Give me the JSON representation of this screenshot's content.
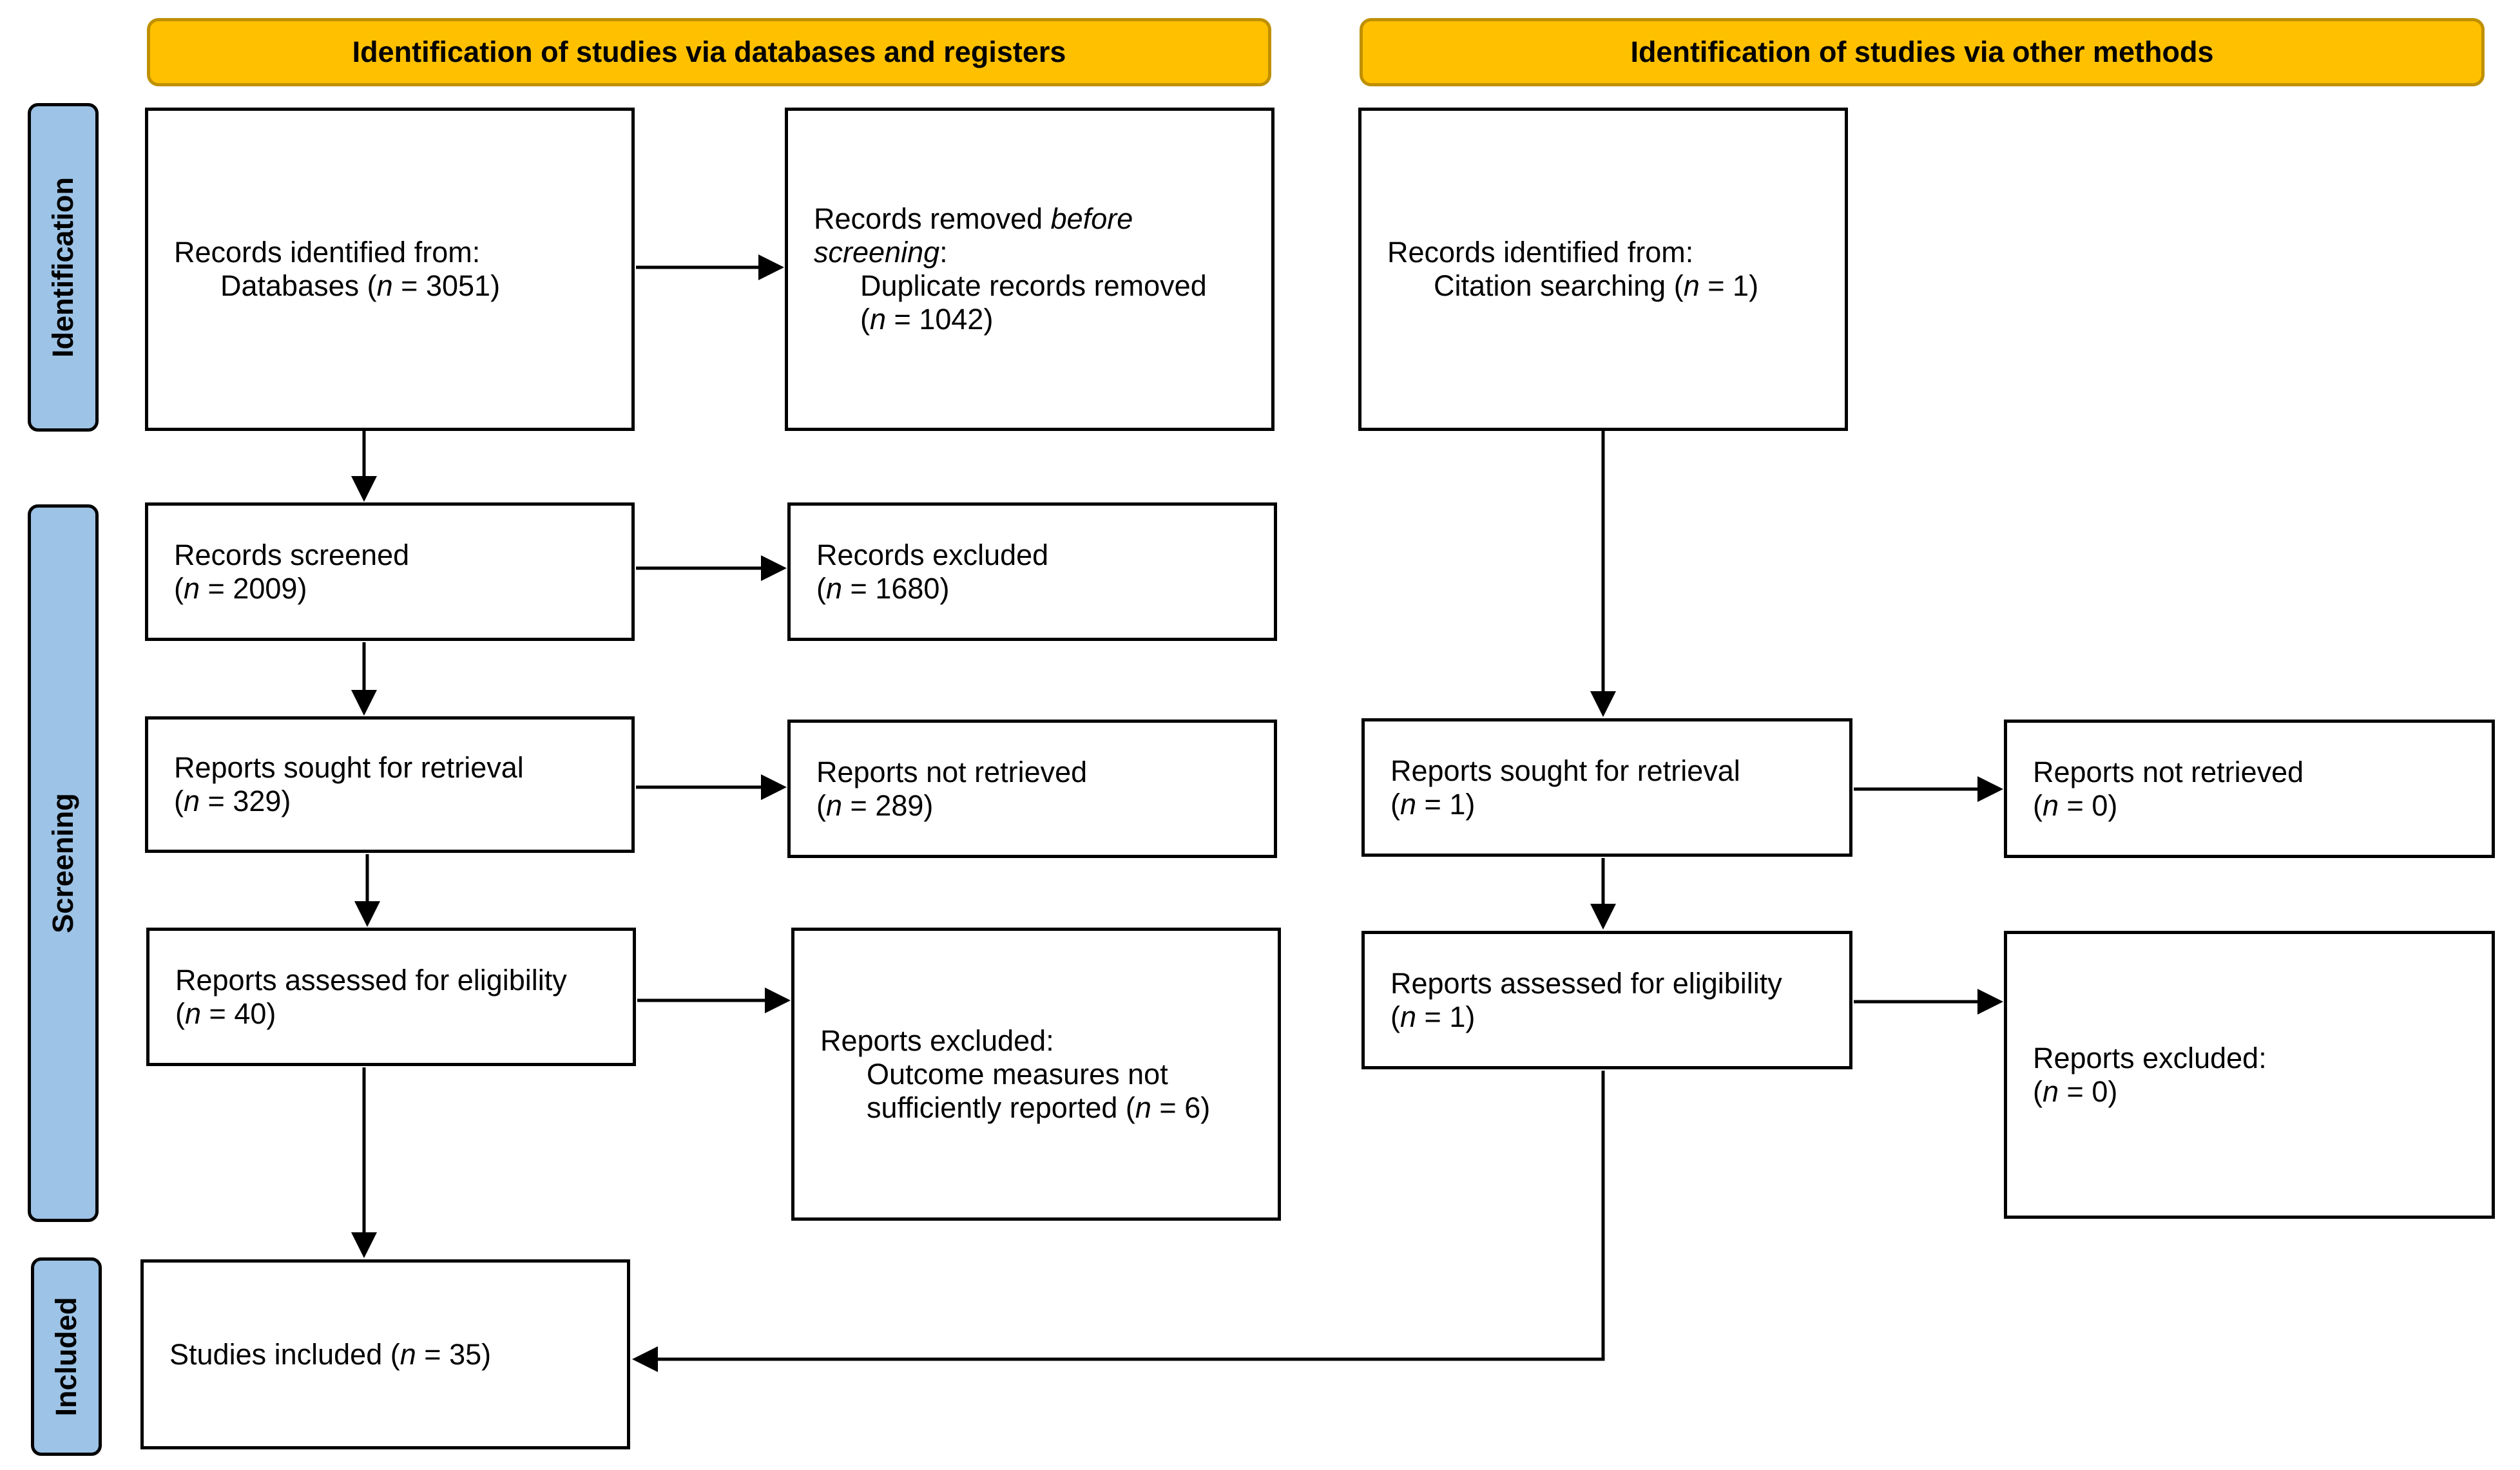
{
  "headers": {
    "databases": "Identification of studies via databases and registers",
    "other": "Identification of studies via other methods"
  },
  "phases": {
    "identification": "Identification",
    "screening": "Screening",
    "included": "Included"
  },
  "n_symbol": "n",
  "boxes": {
    "records_identified_db": {
      "line1": "Records identified from:",
      "item": "Databases",
      "n": "3051"
    },
    "records_removed": {
      "line1": "Records removed ",
      "line1_italic": "before",
      "line2_italic": "screening",
      "line2_suffix": ":",
      "item1": "Duplicate records removed",
      "n": "1042"
    },
    "records_identified_other": {
      "line1": "Records identified from:",
      "item": "Citation searching",
      "n": "1"
    },
    "records_screened": {
      "label": "Records screened",
      "n": "2009"
    },
    "records_excluded": {
      "label": "Records excluded",
      "n": "1680"
    },
    "reports_sought_db": {
      "label": "Reports sought for retrieval",
      "n": "329"
    },
    "reports_not_retrieved_db": {
      "label": "Reports not retrieved",
      "n": "289"
    },
    "reports_sought_other": {
      "label": "Reports sought for retrieval",
      "n": "1"
    },
    "reports_not_retrieved_other": {
      "label": "Reports not retrieved",
      "n": "0"
    },
    "reports_assessed_db": {
      "label": "Reports assessed for eligibility",
      "n": "40"
    },
    "reports_excluded_db": {
      "label": "Reports excluded:",
      "reason1": "Outcome measures not",
      "reason2": "sufficiently reported",
      "n": "6"
    },
    "reports_assessed_other": {
      "label": "Reports assessed for eligibility",
      "n": "1"
    },
    "reports_excluded_other": {
      "label": "Reports excluded:",
      "n": "0"
    },
    "studies_included": {
      "label": "Studies included",
      "n": "35"
    }
  }
}
